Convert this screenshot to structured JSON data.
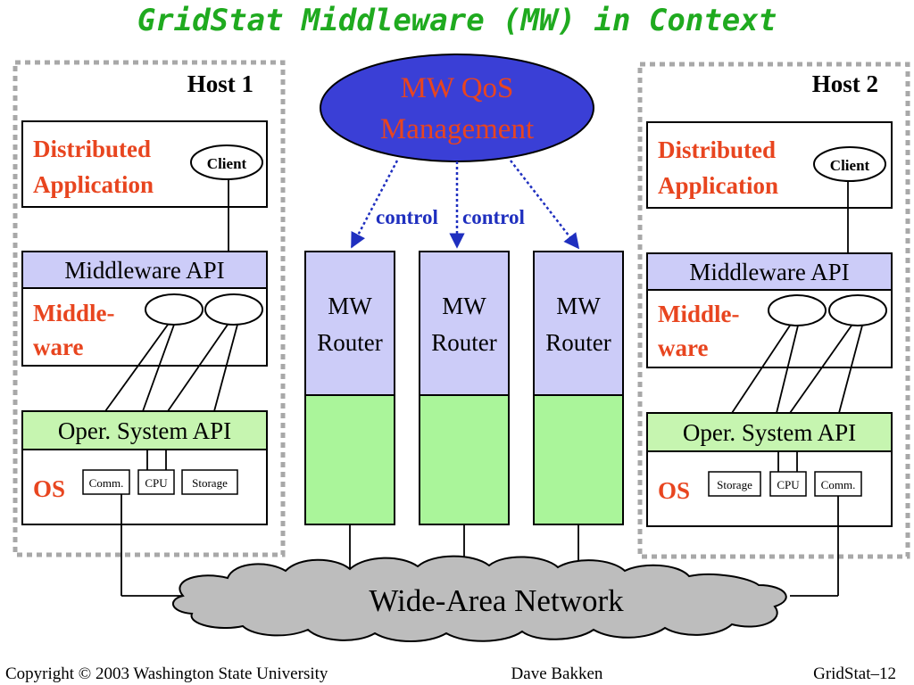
{
  "title": "GridStat Middleware (MW) in Context",
  "qos_management": {
    "line1": "MW QoS",
    "line2": "Management"
  },
  "control_labels": [
    "control",
    "control"
  ],
  "hosts": [
    {
      "name": "Host 1",
      "app_line1": "Distributed",
      "app_line2": "Application",
      "client": "Client",
      "mw_api": "Middleware API",
      "mw_line1": "Middle-",
      "mw_line2": "ware",
      "os_api": "Oper. System API",
      "os_label": "OS",
      "resources": [
        "Comm.",
        "CPU",
        "Storage"
      ]
    },
    {
      "name": "Host 2",
      "app_line1": "Distributed",
      "app_line2": "Application",
      "client": "Client",
      "mw_api": "Middleware API",
      "mw_line1": "Middle-",
      "mw_line2": "ware",
      "os_api": "Oper. System API",
      "os_label": "OS",
      "resources": [
        "Storage",
        "CPU",
        "Comm."
      ]
    }
  ],
  "routers": [
    {
      "line1": "MW",
      "line2": "Router"
    },
    {
      "line1": "MW",
      "line2": "Router"
    },
    {
      "line1": "MW",
      "line2": "Router"
    }
  ],
  "network": "Wide-Area Network",
  "footer": {
    "copyright": "Copyright © 2003 Washington State University",
    "author": "Dave Bakken",
    "page": "GridStat–12"
  },
  "colors": {
    "title": "#1faa1f",
    "accent_red": "#e8451f",
    "control_blue": "#1f2fbf",
    "qos_fill": "#3a3fd6",
    "api_fill": "#ccccf8",
    "router_top": "#ccccf8",
    "router_bottom": "#aaf59a",
    "os_api_fill": "#c6f5b0",
    "cloud_fill": "#bdbdbd",
    "host_border": "#a8a8a8"
  }
}
